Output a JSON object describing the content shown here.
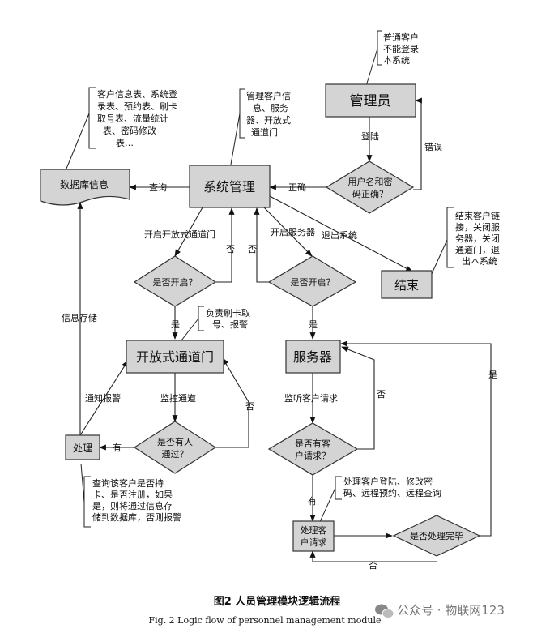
{
  "nodes": {
    "admin": "管理员",
    "system": "系统管理",
    "db": "数据库信息",
    "gate": "开放式通道门",
    "server": "服务器",
    "end": "结束",
    "handle": "处理",
    "handle_req": [
      "处理客",
      "户请求"
    ]
  },
  "decisions": {
    "credentials": [
      "用户名和密",
      "码正确？"
    ],
    "gate_open": "是否开启？",
    "server_open": "是否开启？",
    "person_pass": [
      "是否有人",
      "通过？"
    ],
    "client_req": [
      "是否有客",
      "户请求？"
    ],
    "done": "是否处理完毕"
  },
  "edges": {
    "login": "登陆",
    "error": "错误",
    "correct": "正确",
    "query": "查询",
    "open_gate": "开启开放式通道门",
    "open_server": "开启服务器",
    "exit": "退出系统",
    "no_gate": "否",
    "no_server": "否",
    "yes_gate": "是",
    "yes_server": "是",
    "monitor": "监控通道",
    "no_person": "否",
    "has_person": "有",
    "notify": "通知报警",
    "store": "信息存储",
    "listen": "监听客户请求",
    "no_request": "否",
    "has_request": "有",
    "not_done": "否",
    "done_yes": "是"
  },
  "notes": {
    "admin_note": [
      "普通客户",
      "不能登录",
      "本系统"
    ],
    "db_note": [
      "客户信息表、系统登",
      "录表、预约表、刷卡",
      "取号表、流量统计",
      "表、密码修改",
      "表…"
    ],
    "system_note": [
      "管理客户信",
      "息、服务",
      "器、开放式",
      "通道门"
    ],
    "end_note": [
      "结束客户链",
      "接，关闭服",
      "务器，关闭",
      "通道门，退",
      "出本系统"
    ],
    "gate_note": [
      "负责刷卡取",
      "号、报警"
    ],
    "handle_note": [
      "查询该客户是否持",
      "卡、是否注册，如果",
      "是，则将通过信息存",
      "储到数据库，否则报警"
    ],
    "req_note": [
      "处理客户登陆、修改密",
      "码、远程预约、远程查询"
    ]
  },
  "caption": {
    "cn": "图2   人员管理模块逻辑流程",
    "en": "Fig. 2    Logic flow of personnel management module"
  },
  "watermark": "公众号 · 物联网123"
}
